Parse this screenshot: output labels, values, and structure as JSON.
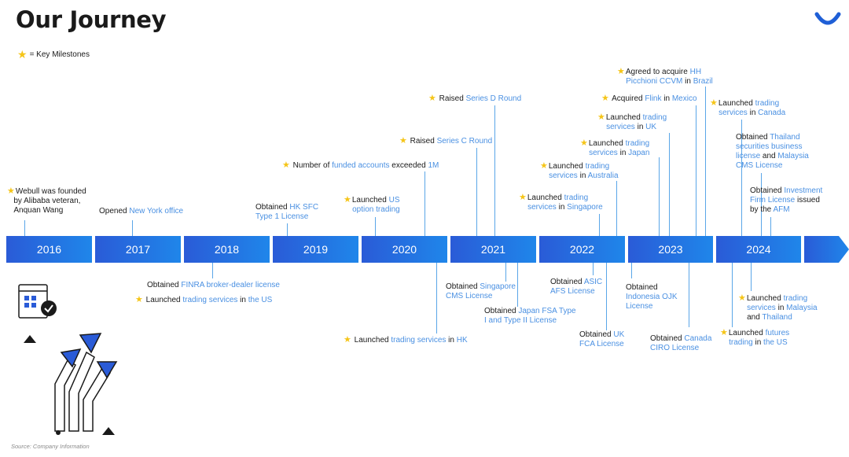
{
  "title": "Our Journey",
  "legend": {
    "icon": "star-icon",
    "text": "= Key Milestones"
  },
  "years": [
    "2016",
    "2017",
    "2018",
    "2019",
    "2020",
    "2021",
    "2022",
    "2023",
    "2024"
  ],
  "colors": {
    "bar_start": "#2a5bd7",
    "bar_end": "#1f86ea",
    "highlight": "#4a90e2",
    "star": "#f5c518",
    "connector": "#5aa6e8"
  },
  "events": {
    "e2016": {
      "t1": "Webull was founded",
      "t2": "by Alibaba veteran,",
      "t3": "Anquan Wang"
    },
    "e2017": {
      "a": "Opened ",
      "b": "New York office"
    },
    "e2019a": {
      "a": "Obtained ",
      "b": "HK SFC",
      "c": "Type 1 License"
    },
    "e2018a": {
      "a": "Obtained ",
      "b": "FINRA broker-dealer license"
    },
    "e2018b": {
      "a": "Launched ",
      "b": "trading services",
      "c": " in ",
      "d": "the US"
    },
    "e2020a": {
      "a": "Launched ",
      "b": "US",
      "c": "option trading"
    },
    "e2020b": {
      "a": "Number of ",
      "b": "funded accounts",
      "c": " exceeded ",
      "d": "1M"
    },
    "e2020c": {
      "a": "Launched ",
      "b": "trading services",
      "c": " in ",
      "d": "HK"
    },
    "e2021a": {
      "a": "Raised ",
      "b": "Series C Round"
    },
    "e2021b": {
      "a": "Raised ",
      "b": "Series D Round"
    },
    "e2021c": {
      "a": "Obtained ",
      "b": "Singapore",
      "c": "CMS License"
    },
    "e2021d": {
      "a": "Obtained ",
      "b": "Japan FSA Type",
      "c": "I and Type II License"
    },
    "e2022a": {
      "a": "Launched ",
      "b": "trading",
      "c": "services",
      "d": " in ",
      "e": "Singapore"
    },
    "e2022b": {
      "a": "Launched ",
      "b": "trading",
      "c": "services",
      "d": " in ",
      "e": "Australia"
    },
    "e2022c": {
      "a": "Launched ",
      "b": "trading",
      "c": "services",
      "d": " in ",
      "e": "Japan"
    },
    "e2022d": {
      "a": "Launched ",
      "b": "trading",
      "c": "services",
      "d": " in ",
      "e": "UK"
    },
    "e2022e": {
      "a": "Obtained ",
      "b": "ASIC",
      "c": "AFS License"
    },
    "e2022f": {
      "a": "Obtained ",
      "b": "UK",
      "c": "FCA License"
    },
    "e2023a": {
      "a": "Acquired ",
      "b": "Flink",
      "c": " in ",
      "d": "Mexico"
    },
    "e2023b": {
      "a": "Agreed to acquire ",
      "b": "HH",
      "c": "Picchioni CCVM",
      "d": " in ",
      "e": "Brazil"
    },
    "e2023c": {
      "a": "Obtained",
      "b": "Indonesia OJK",
      "c": "License"
    },
    "e2023d": {
      "a": "Obtained ",
      "b": "Canada",
      "c": "CIRO License"
    },
    "e2024a": {
      "a": "Launched ",
      "b": "trading",
      "c": "services",
      "d": " in ",
      "e": "Canada"
    },
    "e2024b": {
      "a": "Obtained ",
      "b": "Thailand",
      "c": "securities business",
      "d": "license",
      "e": " and ",
      "f": "Malaysia",
      "g": "CMS License"
    },
    "e2024c": {
      "a": "Obtained ",
      "b": "Investment",
      "c": "Firm License",
      "d": " issued",
      "e": "by the ",
      "f": "AFM"
    },
    "e2024d": {
      "a": "Launched ",
      "b": "trading",
      "c": "services",
      "d": " in ",
      "e": "Malaysia",
      "f": "and ",
      "g": "Thailand"
    },
    "e2024e": {
      "a": "Launched ",
      "b": "futures",
      "c": "trading",
      "d": " in ",
      "e": "the US"
    }
  },
  "source": "Source: Company Information"
}
